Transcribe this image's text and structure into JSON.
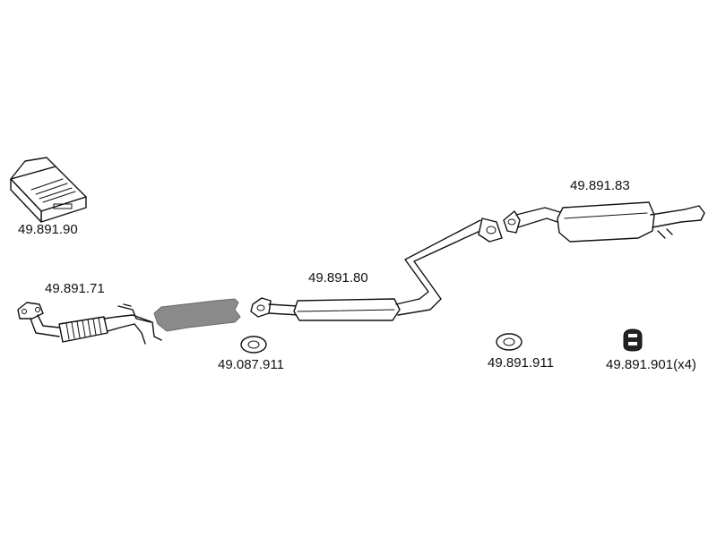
{
  "colors": {
    "ink": "#111111",
    "background": "#ffffff",
    "catalyst_shade": "#8a8a8a"
  },
  "parts": {
    "mounting_kit": {
      "label": "49.891.90",
      "icon": "mounting-kit-box-icon"
    },
    "front_pipe": {
      "label": "49.891.71",
      "icon": "front-pipe-flex-icon"
    },
    "catalyst": {
      "icon": "catalytic-converter-icon"
    },
    "front_gasket": {
      "label": "49.087.911",
      "icon": "gasket-icon"
    },
    "center_silencer": {
      "label": "49.891.80",
      "icon": "center-silencer-pipe-icon"
    },
    "rear_gasket": {
      "label": "49.891.911",
      "icon": "gasket-icon"
    },
    "rear_silencer": {
      "label": "49.891.83",
      "icon": "rear-silencer-icon"
    },
    "rubber_mount": {
      "label": "49.891.901(x4)",
      "icon": "rubber-mount-icon"
    }
  }
}
